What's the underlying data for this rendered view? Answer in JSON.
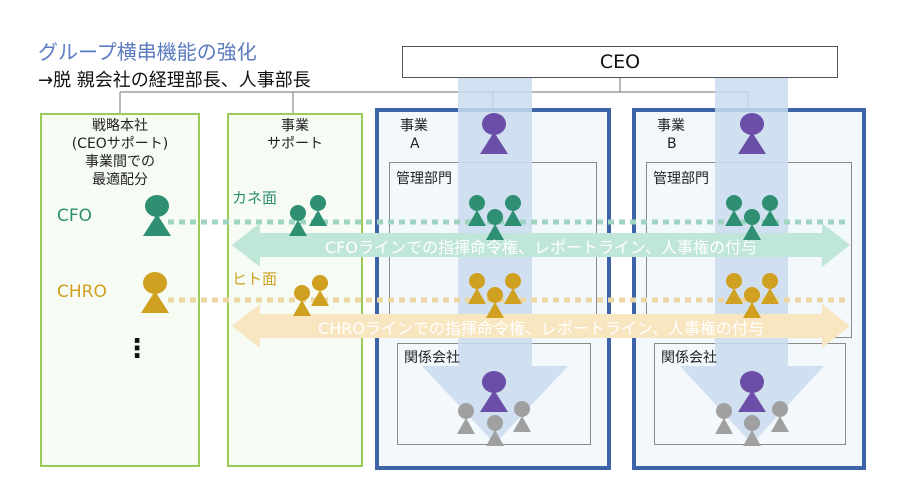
{
  "title": "グループ横串機能の強化",
  "subtitle": "→脱 親会社の経理部長、人事部長",
  "ceo_label": "CEO",
  "columns": {
    "strategy": {
      "label_lines": [
        "戦略本社",
        "(CEOサポート)",
        "事業間での",
        "最適配分"
      ]
    },
    "support": {
      "label_lines": [
        "事業",
        "サポート"
      ]
    },
    "biz_a": {
      "label_lines": [
        "事業",
        "A"
      ],
      "mgmt_label": "管理部門",
      "affiliate_label": "関係会社"
    },
    "biz_b": {
      "label_lines": [
        "事業",
        "B"
      ],
      "mgmt_label": "管理部門",
      "affiliate_label": "関係会社"
    }
  },
  "roles": {
    "cfo": "CFO",
    "chro": "CHRO",
    "more": "⋮"
  },
  "aspects": {
    "money": "カネ面",
    "people": "ヒト面"
  },
  "lines": {
    "cfo": "CFOラインでの指揮命令権、レポートライン、人事権の付与",
    "chro": "CHROラインでの指揮命令権、レポートライン、人事権の付与"
  },
  "colors": {
    "title": "#5b7bbf",
    "green_figure": "#2e8f72",
    "gold_figure": "#d0a020",
    "purple_figure": "#6a4ea8",
    "gray_figure": "#a0a0a0",
    "cfo_arrow": "#bfe6d8",
    "chro_arrow": "#f8e6c0",
    "down_arrow": "#c9dcef",
    "column_green_border": "#9ccb5a",
    "column_blue_border": "#3d64a8"
  },
  "icons": [
    "person-icon",
    "down-arrow-icon",
    "double-arrow-icon"
  ]
}
